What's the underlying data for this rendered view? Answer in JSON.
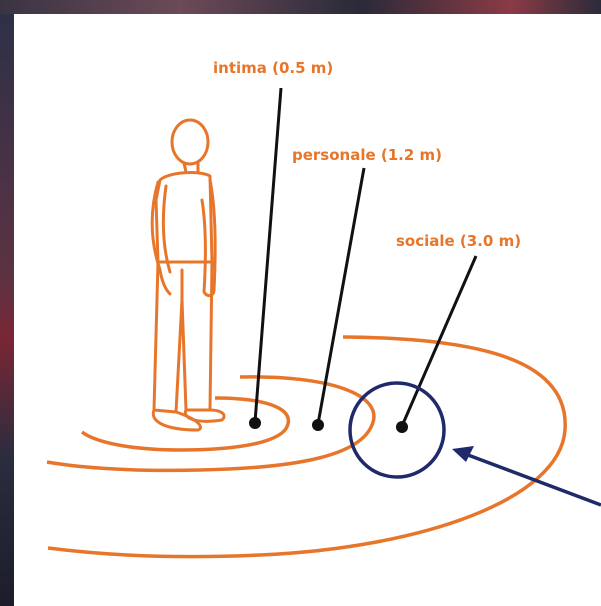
{
  "labels": {
    "intima": "intima (0.5 m)",
    "personale": "personale (1.2 m)",
    "sociale": "sociale (3.0 m)"
  },
  "colors": {
    "drawing": "#e8762a",
    "pointer": "#1f2a6b",
    "leader": "#111111"
  },
  "icons": {
    "figure": "standing-person-outline"
  }
}
